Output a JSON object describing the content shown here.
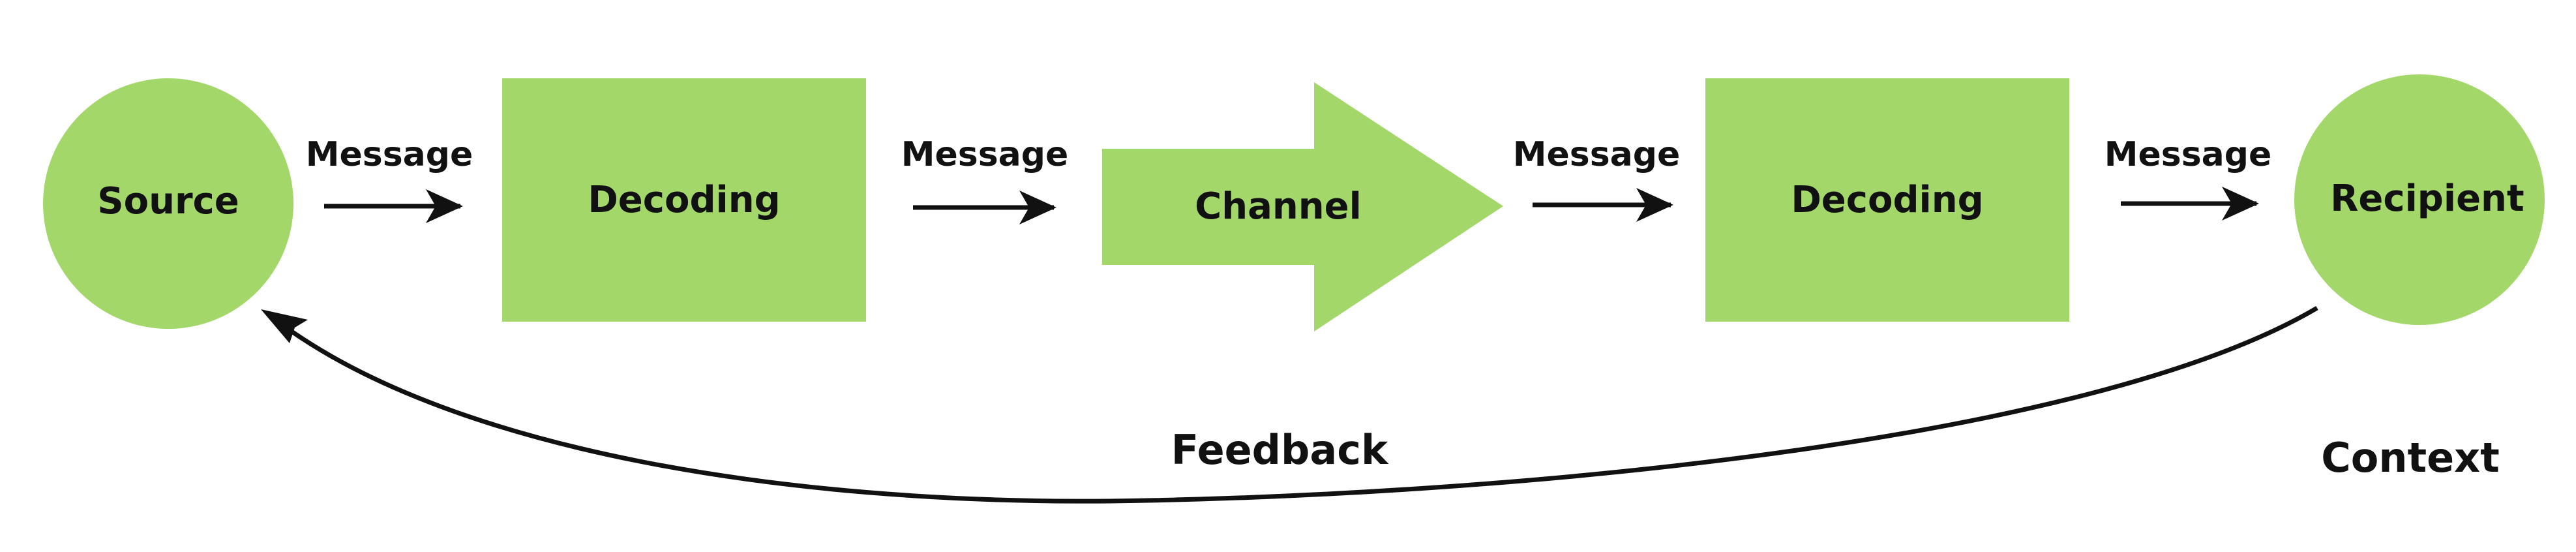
{
  "colors": {
    "node_fill": "#a3d76a",
    "stroke": "#111111",
    "background": "#ffffff"
  },
  "nodes": {
    "source": {
      "label": "Source",
      "shape": "circle"
    },
    "decoding_1": {
      "label": "Decoding",
      "shape": "rectangle"
    },
    "channel": {
      "label": "Channel",
      "shape": "block-arrow"
    },
    "decoding_2": {
      "label": "Decoding",
      "shape": "rectangle"
    },
    "recipient": {
      "label": "Recipient",
      "shape": "circle"
    }
  },
  "edges": [
    {
      "from": "Source",
      "to": "Decoding",
      "label": "Message"
    },
    {
      "from": "Decoding",
      "to": "Channel",
      "label": "Message"
    },
    {
      "from": "Channel",
      "to": "Decoding",
      "label": "Message"
    },
    {
      "from": "Decoding",
      "to": "Recipient",
      "label": "Message"
    }
  ],
  "feedback": {
    "from": "Recipient",
    "to": "Source",
    "label": "Feedback"
  },
  "context_label": "Context"
}
